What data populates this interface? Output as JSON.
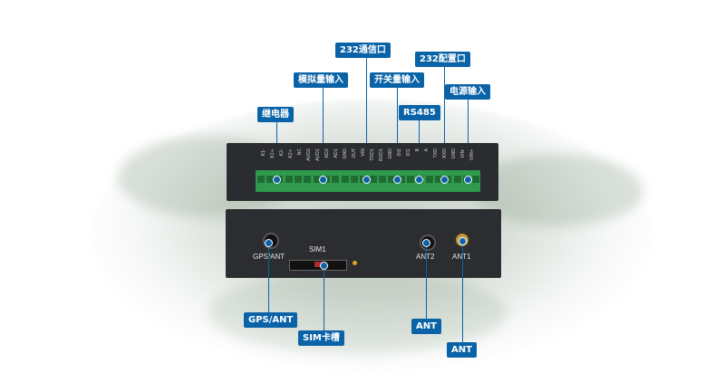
{
  "top_labels": {
    "relay": "继电器",
    "analog_input": "模拟量输入",
    "rs232_comm": "232通信口",
    "switch_input": "开关量输入",
    "rs232_config": "232配置口",
    "rs485": "RS485",
    "power_input": "电源输入"
  },
  "bottom_labels": {
    "gps_ant": "GPS/ANT",
    "sim_slot": "SIM卡槽",
    "ant_a": "ANT",
    "ant_b": "ANT"
  },
  "device": {
    "gps_port": "GPS/ANT",
    "sim_label": "SIM1",
    "ant2": "ANT2",
    "ant1": "ANT1",
    "pins": [
      "K1-",
      "K1+",
      "K2-",
      "K2+",
      "NC",
      "AI/O2",
      "AI/O1",
      "AD2",
      "AD1",
      "GND",
      "OUT",
      "VIN",
      "TXD1",
      "RXD1",
      "GND",
      "DI2",
      "DI1",
      "B",
      "A",
      "TXD",
      "RXD",
      "GND",
      "VIN-",
      "VIN+"
    ]
  },
  "colors": {
    "accent": "#0b63a7",
    "terminal": "#2f9a4c",
    "device": "#2a2c2f"
  }
}
